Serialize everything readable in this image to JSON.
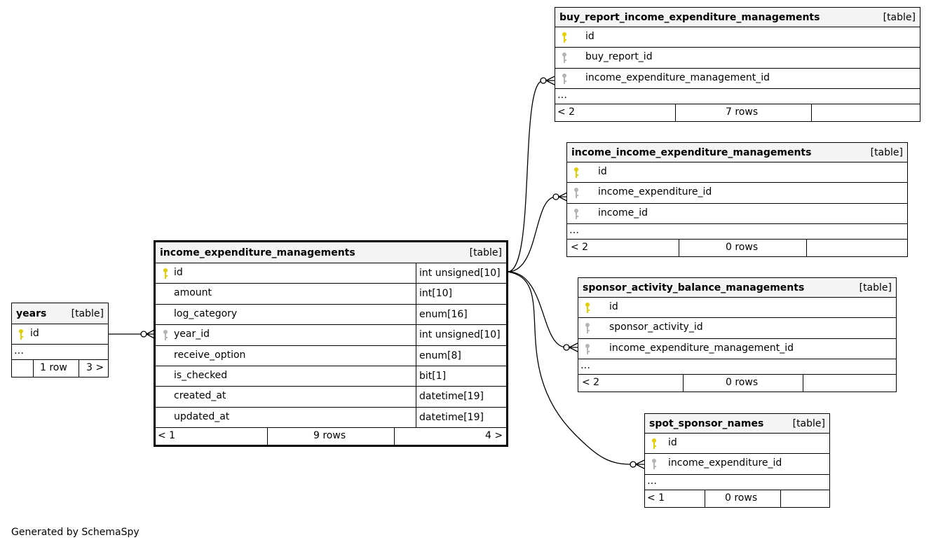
{
  "legend": {
    "generated_by": "Generated by SchemaSpy"
  },
  "colors": {
    "primary_key": "#e2cf00",
    "foreign_key": "#b4b4b4",
    "header_bg": "#f4f4f4"
  },
  "tables": {
    "buy_report": {
      "name": "buy_report_income_expenditure_managements",
      "kind": "[table]",
      "columns": [
        {
          "name": "id",
          "key": "primary"
        },
        {
          "name": "buy_report_id",
          "key": "foreign"
        },
        {
          "name": "income_expenditure_management_id",
          "key": "foreign"
        }
      ],
      "more": "…",
      "footer": {
        "parents": "< 2",
        "rows": "7 rows",
        "children": ""
      }
    },
    "income_iem": {
      "name": "income_income_expenditure_managements",
      "kind": "[table]",
      "columns": [
        {
          "name": "id",
          "key": "primary"
        },
        {
          "name": "income_expenditure_id",
          "key": "foreign"
        },
        {
          "name": "income_id",
          "key": "foreign"
        }
      ],
      "more": "…",
      "footer": {
        "parents": "< 2",
        "rows": "0 rows",
        "children": ""
      }
    },
    "sponsor_activity": {
      "name": "sponsor_activity_balance_managements",
      "kind": "[table]",
      "columns": [
        {
          "name": "id",
          "key": "primary"
        },
        {
          "name": "sponsor_activity_id",
          "key": "foreign"
        },
        {
          "name": "income_expenditure_management_id",
          "key": "foreign"
        }
      ],
      "more": "…",
      "footer": {
        "parents": "< 2",
        "rows": "0 rows",
        "children": ""
      }
    },
    "spot_sponsor": {
      "name": "spot_sponsor_names",
      "kind": "[table]",
      "columns": [
        {
          "name": "id",
          "key": "primary"
        },
        {
          "name": "income_expenditure_id",
          "key": "foreign"
        }
      ],
      "more": "…",
      "footer": {
        "parents": "< 1",
        "rows": "0 rows",
        "children": ""
      }
    },
    "years": {
      "name": "years",
      "kind": "[table]",
      "columns": [
        {
          "name": "id",
          "key": "primary"
        }
      ],
      "more": "…",
      "footer": {
        "parents": "",
        "rows": "1 row",
        "children": "3 >"
      }
    },
    "iem": {
      "name": "income_expenditure_managements",
      "kind": "[table]",
      "columns": [
        {
          "name": "id",
          "type": "int unsigned[10]",
          "key": "primary"
        },
        {
          "name": "amount",
          "type": "int[10]",
          "key": "none"
        },
        {
          "name": "log_category",
          "type": "enum[16]",
          "key": "none"
        },
        {
          "name": "year_id",
          "type": "int unsigned[10]",
          "key": "foreign"
        },
        {
          "name": "receive_option",
          "type": "enum[8]",
          "key": "none"
        },
        {
          "name": "is_checked",
          "type": "bit[1]",
          "key": "none"
        },
        {
          "name": "created_at",
          "type": "datetime[19]",
          "key": "none"
        },
        {
          "name": "updated_at",
          "type": "datetime[19]",
          "key": "none"
        }
      ],
      "footer": {
        "parents": "< 1",
        "rows": "9 rows",
        "children": "4 >"
      }
    }
  }
}
